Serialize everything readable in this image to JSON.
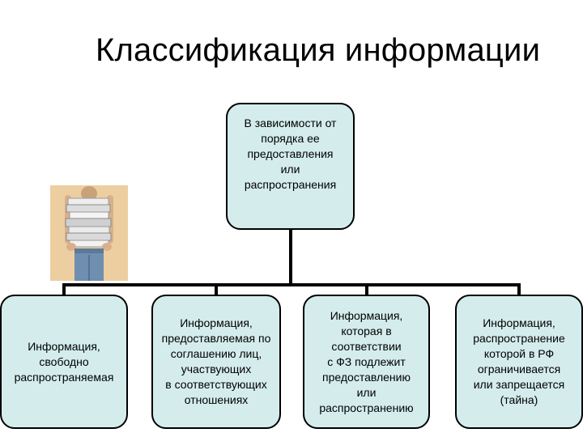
{
  "title": "Классификация информации",
  "root": {
    "label": "В зависимости от\nпорядка ее\nпредоставления\nили\nраспространения"
  },
  "children": [
    {
      "label": "Информация,\nсвободно\nраспространяемая"
    },
    {
      "label": "Информация,\nпредоставляемая по\nсоглашению лиц,\nучаствующих\nв соответствующих\nотношениях"
    },
    {
      "label": "Информация,\nкоторая в\nсоответствии\nс ФЗ подлежит\nпредоставлению\nили\nраспространению"
    },
    {
      "label": "Информация,\nраспространение\nкоторой в РФ\nограничивается\nили запрещается\n(тайна)"
    }
  ],
  "colors": {
    "node_fill": "#d4ecec",
    "node_border": "#000000",
    "connector": "#000000"
  },
  "illustration": {
    "icon": "person-carrying-books-photo"
  }
}
